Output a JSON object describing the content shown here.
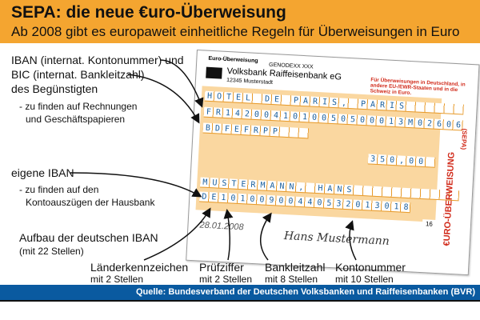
{
  "header": {
    "title": "SEPA: die neue €uro-Überweisung",
    "subtitle": "Ab 2008 gibt es europaweit einheitliche Regeln für Überweisungen in Euro"
  },
  "left": {
    "iban_line": "IBAN (internat. Kontonummer) und",
    "bic_line": "BIC (internat. Bankleitzahl)",
    "beneficiary": "des Begünstigten",
    "find1": "- zu finden auf Rechnungen",
    "find1b": "und Geschäftspapieren",
    "own_iban": "eigene IBAN",
    "find2": "- zu finden auf den",
    "find2b": "Kontoauszügen der Hausbank",
    "structure": "Aufbau der deutschen IBAN",
    "structure_sub": "(mit 22 Stellen)"
  },
  "parts": [
    {
      "label": "Länderkennzeichen",
      "sub": "mit 2 Stellen"
    },
    {
      "label": "Prüfziffer",
      "sub": "mit 2 Stellen"
    },
    {
      "label": "Bankleitzahl",
      "sub": "mit 8 Stellen"
    },
    {
      "label": "Kontonummer",
      "sub": "mit 10 Stellen"
    }
  ],
  "form": {
    "heading": "Euro-Überweisung",
    "bic_code": "GENODEXX XXX",
    "bank": "Volksbank Raiffeisenbank eG",
    "city": "12345 Musterstadt",
    "notice": "Für Überweisungen in Deutschland, in andere EU-/EWR-Staaten und in die Schweiz in Euro.",
    "beneficiary": "HOTEL DE PARIS, PARIS",
    "iban": "FR1420041010050500013M02606",
    "bic": "BDFEFRPP",
    "amount": "350,00",
    "payer": "MUSTERMANN, HANS",
    "payer_iban": "DE10100900440532013018",
    "date": "28.01.2008",
    "signature": "Hans Mustermann",
    "code": "16",
    "side_label": "€URO-ÜBERWEISUNG",
    "sepa": "(SEPA)"
  },
  "footer": {
    "source": "Quelle: Bundesverband der Deutschen Volksbanken und Raiffeisenbanken (BVR)"
  },
  "colors": {
    "header": "#f4a530",
    "footer": "#0a5aa0",
    "form_band": "#fad7a0",
    "digits": "#1a5f9e"
  }
}
